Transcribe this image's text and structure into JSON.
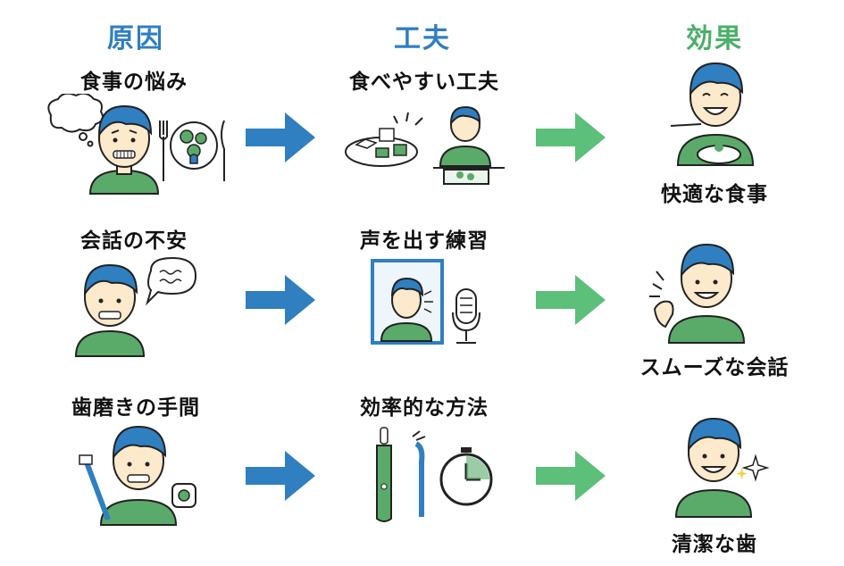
{
  "headers": {
    "cause": "原因",
    "idea": "工夫",
    "effect": "効果"
  },
  "colors": {
    "cause_header": "#2f7fc1",
    "idea_header": "#2f7fc1",
    "effect_header": "#4caf6a",
    "blue_arrow": "#2f7fc1",
    "green_arrow": "#5cbf7a",
    "shirt": "#5aaa6a",
    "hair": "#2f7fc1",
    "skin": "#fde9cc"
  },
  "rows": [
    {
      "cause": "食事の悩み",
      "idea": "食べやすい工夫",
      "effect": "快適な食事"
    },
    {
      "cause": "会話の不安",
      "idea": "声を出す練習",
      "effect": "スムーズな会話"
    },
    {
      "cause": "歯磨きの手間",
      "idea": "効率的な方法",
      "effect": "清潔な歯"
    }
  ]
}
